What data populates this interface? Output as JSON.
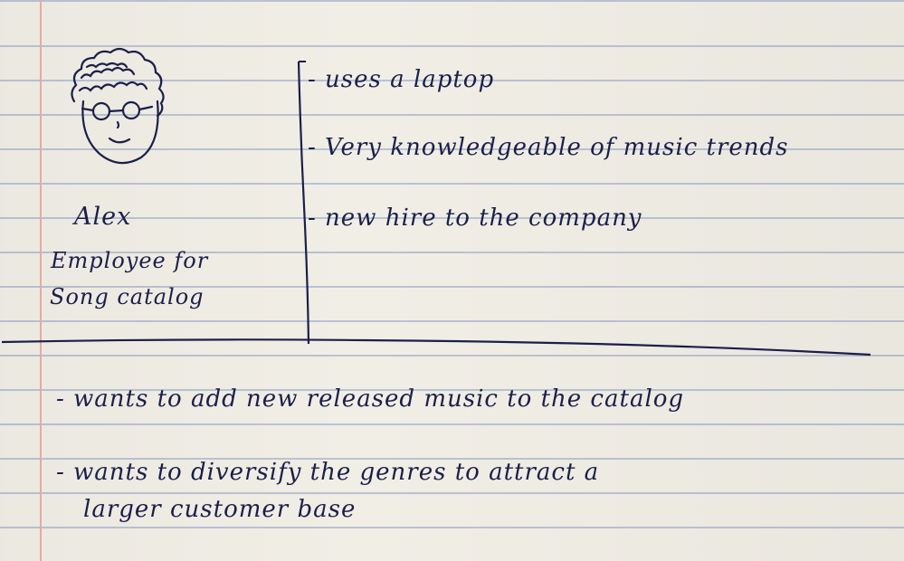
{
  "persona": {
    "name": "Alex",
    "role_line1": "Employee for",
    "role_line2": "Song catalog"
  },
  "traits": [
    "- uses a laptop",
    "- Very knowledgeable of music trends",
    "- new hire to the company"
  ],
  "goals": {
    "goal1": "- wants to add new released music to the catalog",
    "goal2_line1": "- wants to diversify the genres to attract a",
    "goal2_line2": "larger customer base"
  },
  "colors": {
    "ink": "#1b1f4a",
    "paper": "#f1eee6",
    "rule_lines": "#b9c3d3",
    "margin_line": "#e7a9a3"
  },
  "icons": {
    "avatar": "curly-haired-face-with-glasses-sketch"
  }
}
